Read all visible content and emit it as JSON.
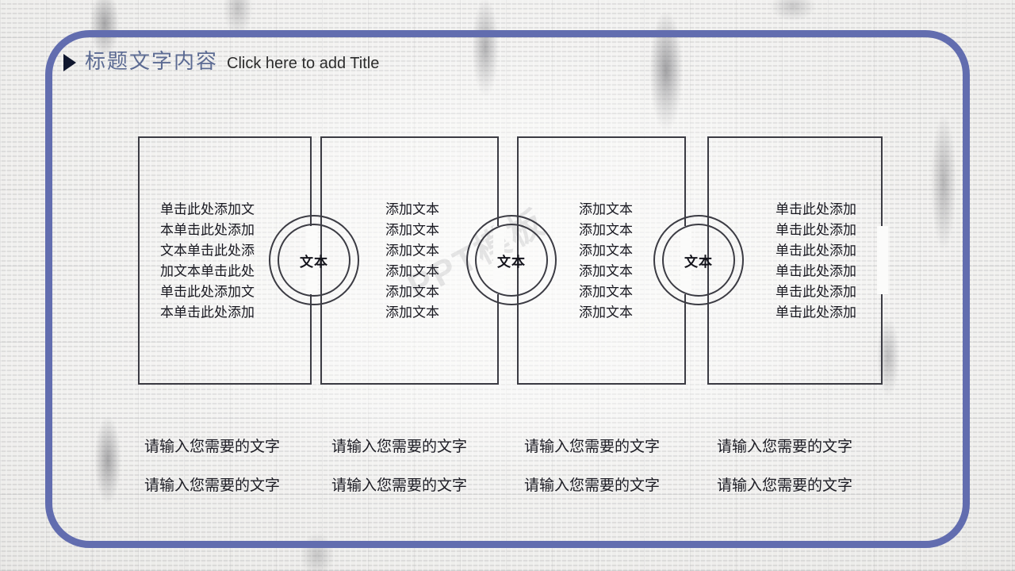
{
  "slide": {
    "title_cn": "标题文字内容",
    "title_en": "Click here to add Title",
    "frame_color": "#626daf",
    "title_color": "#5c6b93",
    "outline_color": "#3b3b43",
    "watermark": "PPT模板"
  },
  "panels": [
    {
      "ring_label": "文本",
      "lines": [
        "单击此处添加文",
        "本单击此处添加",
        "文本单击此处添",
        "加文本单击此处",
        "单击此处添加文",
        "本单击此处添加"
      ]
    },
    {
      "ring_label": "文本",
      "lines": [
        "添加文本",
        "添加文本",
        "添加文本",
        "添加文本",
        "添加文本",
        "添加文本"
      ]
    },
    {
      "ring_label": "文本",
      "lines": [
        "添加文本",
        "添加文本",
        "添加文本",
        "添加文本",
        "添加文本",
        "添加文本"
      ]
    },
    {
      "ring_label": "文本",
      "lines": [
        "单击此处添加",
        "单击此处添加",
        "单击此处添加",
        "单击此处添加",
        "单击此处添加",
        "单击此处添加"
      ]
    }
  ],
  "captions": {
    "row1": [
      "请输入您需要的文字",
      "请输入您需要的文字",
      "请输入您需要的文字",
      "请输入您需要的文字"
    ],
    "row2": [
      "请输入您需要的文字",
      "请输入您需要的文字",
      "请输入您需要的文字",
      "请输入您需要的文字"
    ]
  }
}
